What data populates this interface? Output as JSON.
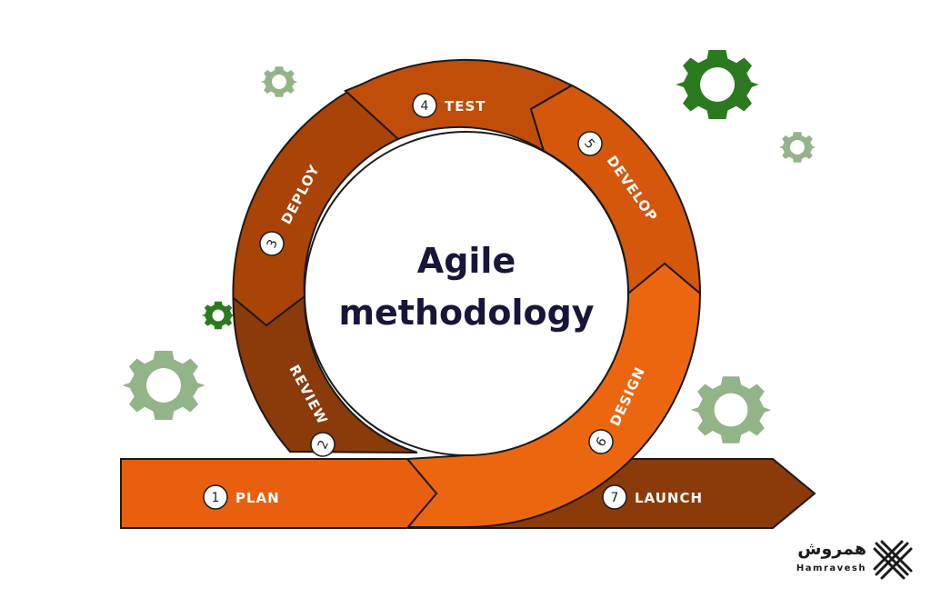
{
  "title": {
    "line1": "Agile",
    "line2": "methodology"
  },
  "steps": {
    "plan": {
      "number": "1",
      "label": "PLAN"
    },
    "review": {
      "number": "2",
      "label": "REVIEW"
    },
    "deploy": {
      "number": "3",
      "label": "DEPLOY"
    },
    "test": {
      "number": "4",
      "label": "TEST"
    },
    "develop": {
      "number": "5",
      "label": "DEVELOP"
    },
    "design": {
      "number": "6",
      "label": "DESIGN"
    },
    "launch": {
      "number": "7",
      "label": "LAUNCH"
    }
  },
  "brand": {
    "name_fa": "همروش",
    "name_en": "Hamravesh"
  },
  "colors": {
    "plan": "#e8600f",
    "review": "#8b3a0a",
    "deploy": "#a94307",
    "test": "#c04d0a",
    "develop": "#d4570b",
    "design": "#ec6610",
    "launch": "#8b3a0a",
    "gear_dark": "#2c7a1f",
    "gear_light": "#93b389",
    "title": "#17163a"
  },
  "icons": [
    "gear-icon",
    "hamravesh-logo-icon"
  ]
}
